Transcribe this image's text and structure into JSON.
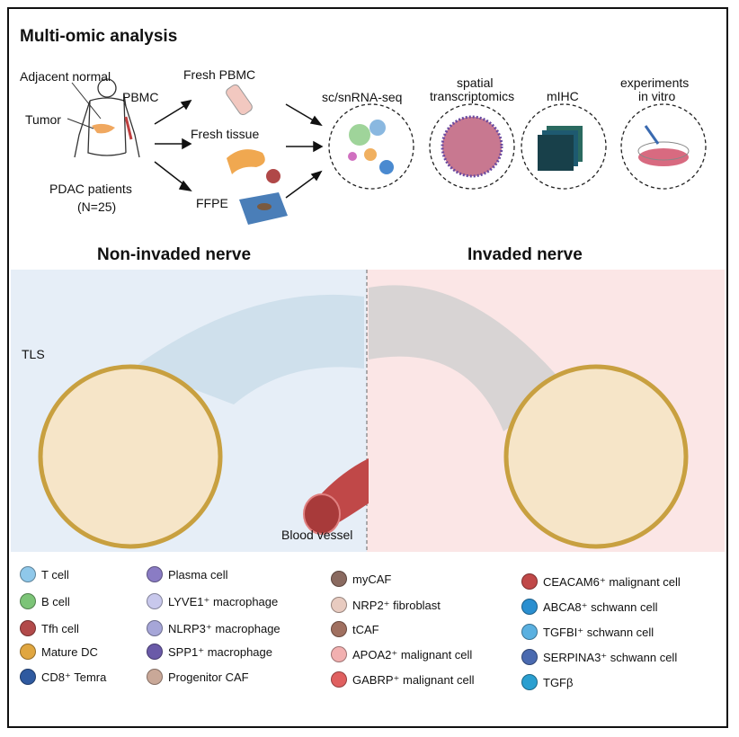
{
  "header": {
    "title": "Multi-omic analysis"
  },
  "patients": {
    "adjacent_label": "Adjacent normal",
    "pbmc_label": "PBMC",
    "tumor_label": "Tumor",
    "group_label": "PDAC patients",
    "count_label": "(N=25)"
  },
  "samples": {
    "fresh_pbmc": "Fresh PBMC",
    "fresh_tissue": "Fresh tissue",
    "ffpe": "FFPE"
  },
  "methods": {
    "scrna": "sc/snRNA-seq",
    "spatial_1": "spatial",
    "spatial_2": "transcriptomics",
    "mihc": "mIHC",
    "exp_1": "experiments",
    "exp_2": "in vitro"
  },
  "panels": {
    "left_title": "Non-invaded nerve",
    "right_title": "Invaded nerve",
    "tls_label": "TLS",
    "vessel_label": "Blood vessel"
  },
  "legend": [
    {
      "label": "T cell",
      "icon": "t-cell-icon",
      "color": "#8fc8ea"
    },
    {
      "label": "B cell",
      "icon": "b-cell-icon",
      "color": "#7cc477"
    },
    {
      "label": "Tfh cell",
      "icon": "tfh-cell-icon",
      "color": "#b24a4a"
    },
    {
      "label": "Mature DC",
      "icon": "mature-dc-icon",
      "color": "#e0a640"
    },
    {
      "label": "CD8⁺ Temra",
      "icon": "cd8-temra-icon",
      "color": "#2f5aa0"
    },
    {
      "label": "Plasma cell",
      "icon": "plasma-cell-icon",
      "color": "#8a7cc4"
    },
    {
      "label": "LYVE1⁺ macrophage",
      "icon": "lyve1-macrophage-icon",
      "color": "#c8c8ec"
    },
    {
      "label": "NLRP3⁺ macrophage",
      "icon": "nlrp3-macrophage-icon",
      "color": "#a6a6d8"
    },
    {
      "label": "SPP1⁺ macrophage",
      "icon": "spp1-macrophage-icon",
      "color": "#6a5aa8"
    },
    {
      "label": "Progenitor CAF",
      "icon": "progenitor-caf-icon",
      "color": "#c9a898"
    },
    {
      "label": "myCAF",
      "icon": "mycaf-icon",
      "color": "#8a6a60"
    },
    {
      "label": "NRP2⁺ fibroblast",
      "icon": "nrp2-fibroblast-icon",
      "color": "#e8cbc0"
    },
    {
      "label": "tCAF",
      "icon": "tcaf-icon",
      "color": "#a07060"
    },
    {
      "label": "APOA2⁺ malignant cell",
      "icon": "apoa2-malignant-icon",
      "color": "#f2b0b0"
    },
    {
      "label": "GABRP⁺ malignant cell",
      "icon": "gabrp-malignant-icon",
      "color": "#e06060"
    },
    {
      "label": "CEACAM6⁺ malignant cell",
      "icon": "ceacam6-malignant-icon",
      "color": "#c04848"
    },
    {
      "label": "ABCA8⁺ schwann cell",
      "icon": "abca8-schwann-icon",
      "color": "#2a8fd0"
    },
    {
      "label": "TGFBI⁺ schwann cell",
      "icon": "tgfbi-schwann-icon",
      "color": "#5ab0e0"
    },
    {
      "label": "SERPINA3⁺ schwann cell",
      "icon": "serpina3-schwann-icon",
      "color": "#4a6ab0"
    },
    {
      "label": "TGFβ",
      "icon": "tgfb-icon",
      "color": "#2a9fd0"
    }
  ]
}
